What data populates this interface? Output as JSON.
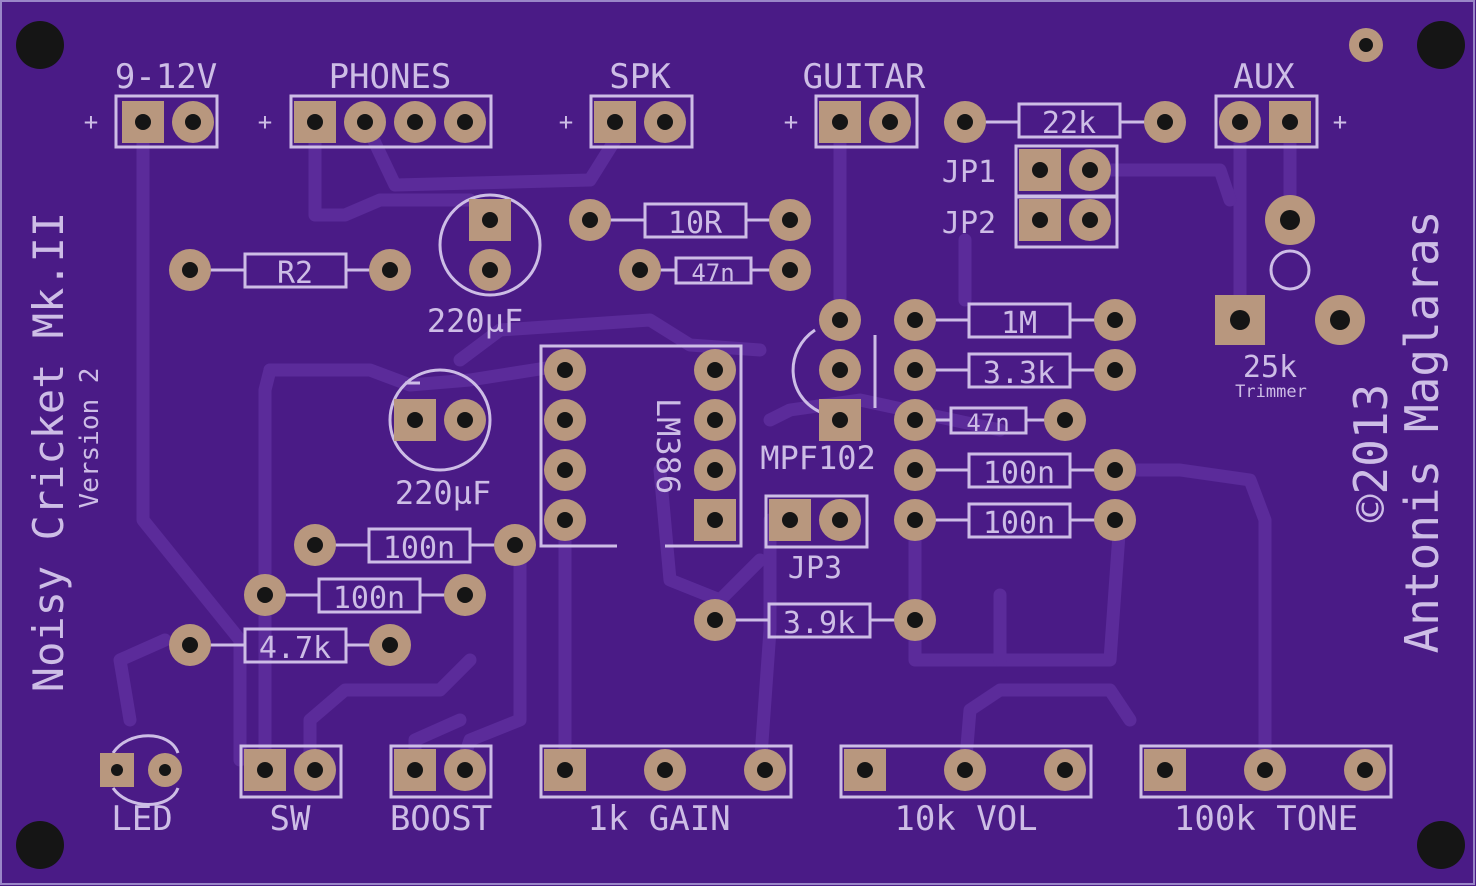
{
  "colors": {
    "board": "#4a1b86",
    "trace": "#5b2b9a",
    "silk": "#cdbde6",
    "pad": "#b8977e",
    "hole": "#151515"
  },
  "header_labels": {
    "power": "9-12V",
    "phones": "PHONES",
    "spk": "SPK",
    "guitar": "GUITAR",
    "aux": "AUX"
  },
  "plus_sign": "+",
  "title": "Noisy Cricket Mk.II",
  "version": "Version 2",
  "author": "Antonis Maglaras",
  "copyright": "©2013",
  "components": {
    "r_22k": "22k",
    "r_10r": "10R",
    "c_47n_top": "47n",
    "r_r2": "R2",
    "cap_220_top": "220µF",
    "cap_220_mid": "220µF",
    "r_1m": "1M",
    "r_3k3": "3.3k",
    "c_47n_mid": "47n",
    "c_100n_a": "100n",
    "c_100n_b": "100n",
    "c_100n_c": "100n",
    "c_100n_d": "100n",
    "r_4k7": "4.7k",
    "r_3k9": "3.9k",
    "ic": "LM386",
    "jfet": "MPF102",
    "jp1": "JP1",
    "jp2": "JP2",
    "jp3": "JP3",
    "trimmer_value": "25k",
    "trimmer_label": "Trimmer"
  },
  "bottom_labels": {
    "led": "LED",
    "sw": "SW",
    "boost": "BOOST",
    "gain": "1k GAIN",
    "vol": "10k VOL",
    "tone": "100k TONE"
  }
}
